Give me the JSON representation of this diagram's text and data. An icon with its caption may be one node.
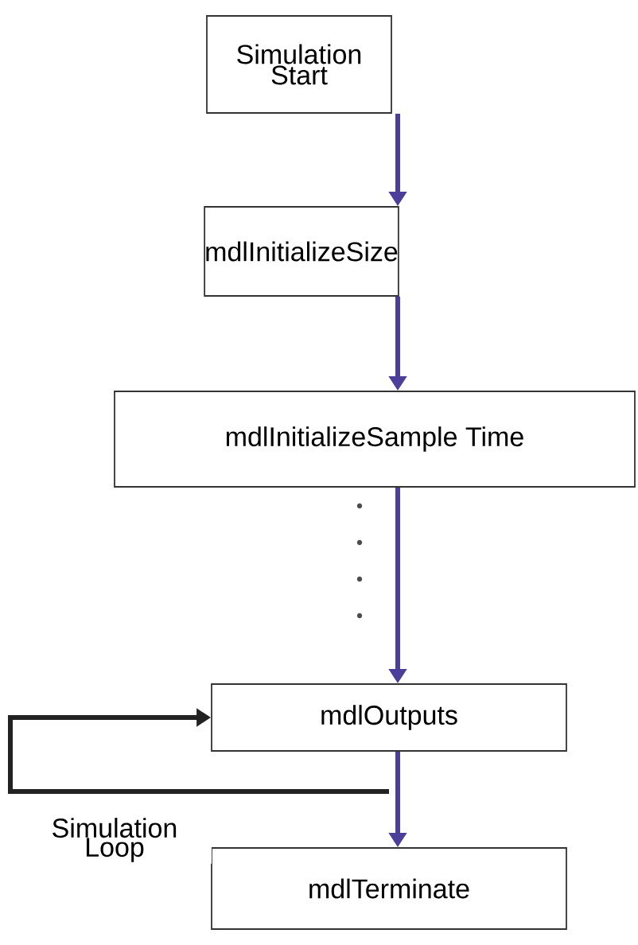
{
  "diagram": {
    "nodes": [
      {
        "text": [
          "Simulation Start"
        ]
      },
      {
        "text": [
          "mdlInitializeSize"
        ]
      },
      {
        "text": [
          "mdlInitializeSample Time"
        ]
      },
      {
        "text": [
          "mdlOutputs"
        ]
      },
      {
        "text": [
          "mdlTerminate"
        ]
      }
    ],
    "edges": [
      {
        "from": 0,
        "to": 1,
        "arrow": "to"
      },
      {
        "from": 1,
        "to": 2,
        "arrow": "to"
      },
      {
        "from": 2,
        "to": 3,
        "arrow": "to"
      },
      {
        "from": 3,
        "to": 4,
        "arrow": "to"
      },
      {
        "from": 3,
        "to": 3,
        "arrow": "to",
        "label": "Simulation Loop",
        "color": "#222222"
      }
    ]
  }
}
